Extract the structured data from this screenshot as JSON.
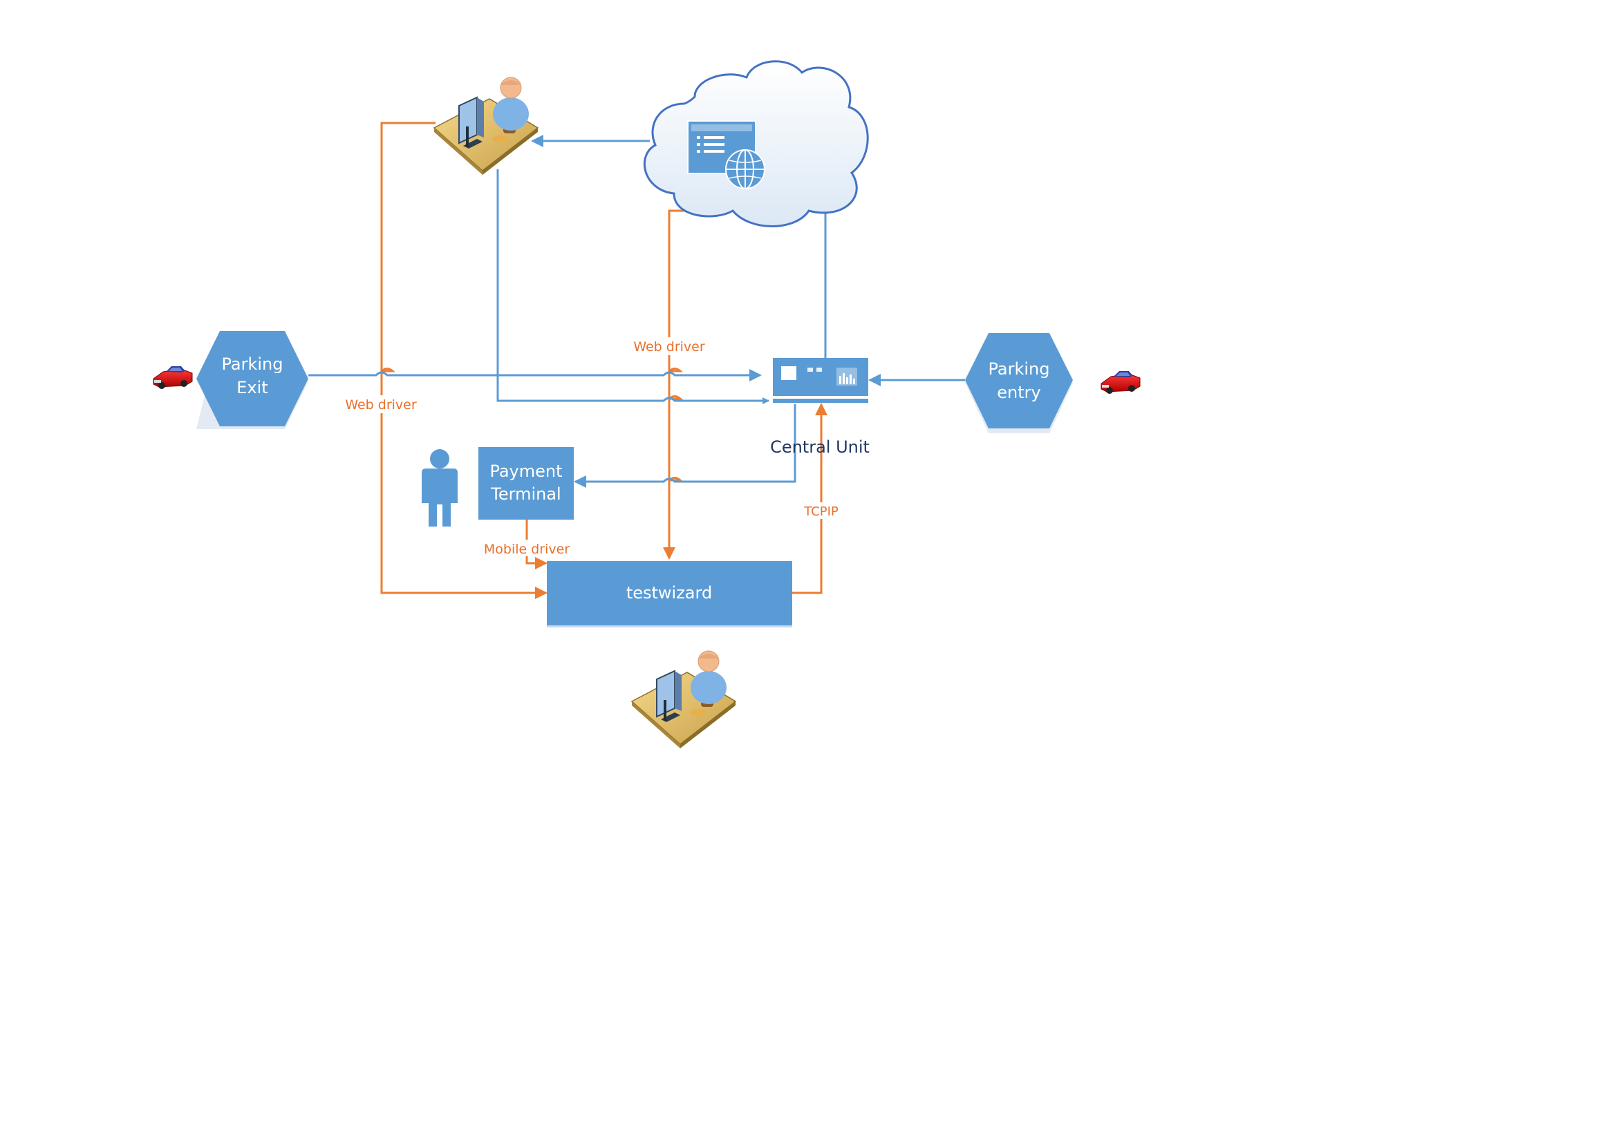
{
  "nodes": {
    "parking_exit": {
      "line1": "Parking",
      "line2": "Exit"
    },
    "parking_entry": {
      "line1": "Parking",
      "line2": "entry"
    },
    "central_unit": {
      "label": "Central Unit"
    },
    "payment_terminal": {
      "line1": "Payment",
      "line2": "Terminal"
    },
    "testwizard": {
      "label": "testwizard"
    },
    "cloud": {
      "icon": "web-application-icon"
    },
    "operator_top": {
      "icon": "person-at-workstation-icon"
    },
    "operator_bottom": {
      "icon": "person-at-workstation-icon"
    },
    "customer": {
      "icon": "person-icon"
    },
    "car_left": {
      "icon": "red-car-icon"
    },
    "car_right": {
      "icon": "red-car-icon"
    }
  },
  "edges": {
    "web_driver_cloud": "Web driver",
    "web_driver_operator": "Web driver",
    "mobile_driver": "Mobile driver",
    "tcpip": "TCPIP"
  },
  "colors": {
    "blue": "#5B9BD5",
    "orange": "#ED7D31",
    "text_orange": "#E8702A",
    "dark_text": "#1F3864"
  }
}
